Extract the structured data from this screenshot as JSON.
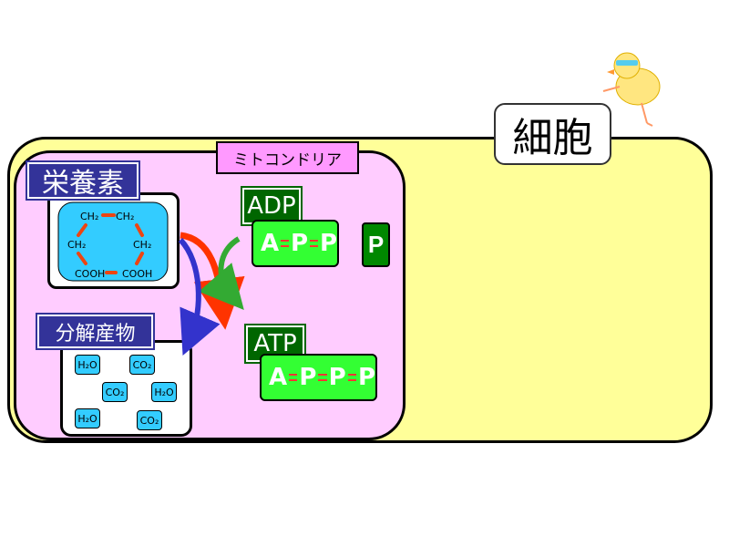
{
  "cell": {
    "label": "細胞"
  },
  "mitochondria": {
    "label": "ミトコンドリア"
  },
  "nutrient": {
    "label": "栄養素",
    "molecules": [
      "CH₂",
      "CH₂",
      "CH₂",
      "CH₂",
      "COOH",
      "COOH"
    ]
  },
  "products": {
    "label": "分解産物",
    "molecules": [
      "H₂O",
      "CO₂",
      "CO₂",
      "H₂O",
      "H₂O",
      "CO₂"
    ]
  },
  "adp": {
    "label": "ADP",
    "chain": [
      "A",
      "P",
      "P"
    ]
  },
  "phosphate": {
    "label": "P"
  },
  "atp": {
    "label": "ATP",
    "chain": [
      "A",
      "P",
      "P",
      "P"
    ]
  },
  "colors": {
    "cell": "#ffff99",
    "mitochondria": "#ffccff",
    "label_blue": "#333399",
    "label_green": "#006600",
    "molecule": "#33ccff",
    "phosphate": "#33ff33",
    "bond": "#ff3333"
  }
}
